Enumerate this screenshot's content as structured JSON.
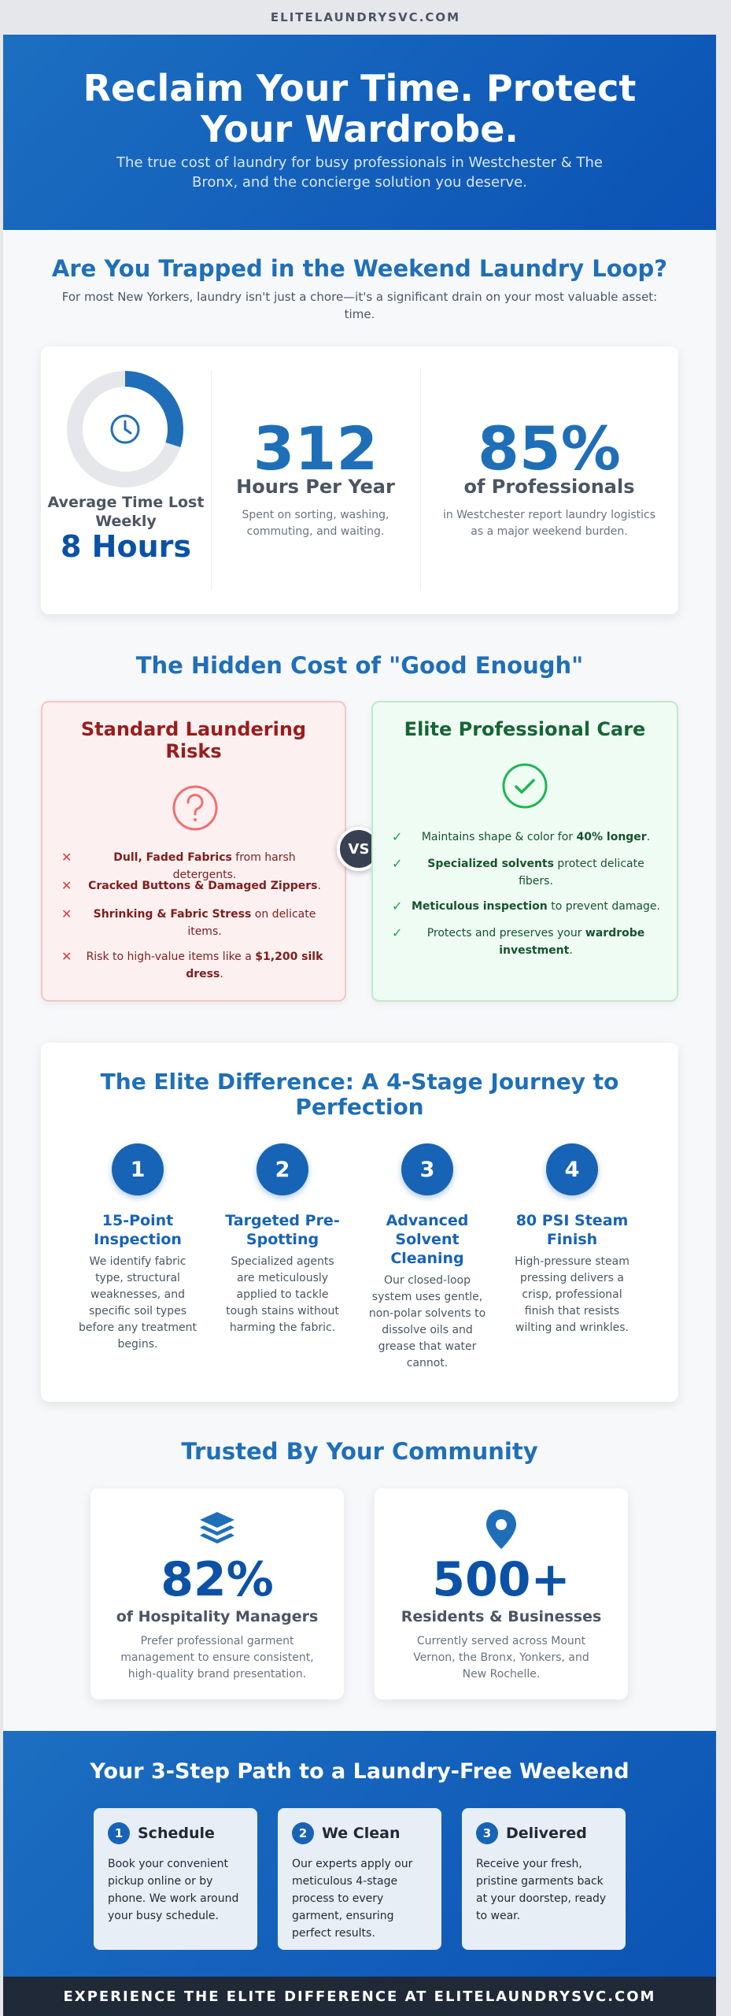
{
  "site_domain": "ELITELAUNDRYSVC.COM",
  "hero": {
    "title": "Reclaim Your Time. Protect Your Wardrobe.",
    "subtitle": "The true cost of laundry for busy professionals in Westchester & The Bronx, and the concierge solution you deserve."
  },
  "loop": {
    "title": "Are You Trapped in the Weekend Laundry Loop?",
    "subtitle": "For most New Yorkers, laundry isn't just a chore—it's a significant drain on your most valuable asset: time.",
    "avg": {
      "label": "Average Time Lost Weekly",
      "value": "8 Hours",
      "ring_fraction": 0.3
    },
    "hours": {
      "value": "312",
      "label": "Hours Per Year",
      "desc": "Spent on sorting, washing, commuting, and waiting."
    },
    "pros": {
      "value": "85%",
      "label": "of Professionals",
      "desc": "in Westchester report laundry logistics as a major weekend burden."
    }
  },
  "hidden": {
    "title": "The Hidden Cost of \"Good Enough\"",
    "vs": "VS",
    "risk": {
      "title": "Standard Laundering Risks",
      "items": [
        {
          "bold": "Dull, Faded Fabrics",
          "rest": " from harsh detergents."
        },
        {
          "bold": "Cracked Buttons & Damaged Zippers",
          "rest": "."
        },
        {
          "bold": "Shrinking & Fabric Stress",
          "rest": " on delicate items."
        },
        {
          "pre": "Risk to high-value items like a ",
          "bold": "$1,200 silk dress",
          "rest": "."
        }
      ]
    },
    "elite": {
      "title": "Elite Professional Care",
      "items": [
        {
          "pre": "Maintains shape & color for ",
          "bold": "40% longer",
          "rest": "."
        },
        {
          "bold": "Specialized solvents",
          "rest": " protect delicate fibers."
        },
        {
          "bold": "Meticulous inspection",
          "rest": " to prevent damage."
        },
        {
          "pre": "Protects and preserves your ",
          "bold": "wardrobe investment",
          "rest": "."
        }
      ]
    }
  },
  "journey": {
    "title": "The Elite Difference: A 4-Stage Journey to Perfection",
    "stages": [
      {
        "num": "1",
        "title": "15-Point Inspection",
        "desc": "We identify fabric type, structural weaknesses, and specific soil types before any treatment begins."
      },
      {
        "num": "2",
        "title": "Targeted Pre-Spotting",
        "desc": "Specialized agents are meticulously applied to tackle tough stains without harming the fabric."
      },
      {
        "num": "3",
        "title": "Advanced Solvent Cleaning",
        "desc": "Our closed-loop system uses gentle, non-polar solvents to dissolve oils and grease that water cannot."
      },
      {
        "num": "4",
        "title": "80 PSI Steam Finish",
        "desc": "High-pressure steam pressing delivers a crisp, professional finish that resists wilting and wrinkles."
      }
    ]
  },
  "community": {
    "title": "Trusted By Your Community",
    "cards": [
      {
        "icon": "layers-icon",
        "value": "82%",
        "label": "of Hospitality Managers",
        "desc": "Prefer professional garment management to ensure consistent, high-quality brand presentation."
      },
      {
        "icon": "map-pin-icon",
        "value": "500+",
        "label": "Residents & Businesses",
        "desc": "Currently served across Mount Vernon, the Bronx, Yonkers, and New Rochelle."
      }
    ]
  },
  "path": {
    "title": "Your 3-Step Path to a Laundry-Free Weekend",
    "steps": [
      {
        "num": "1",
        "title": "Schedule",
        "desc": "Book your convenient pickup online or by phone. We work around your busy schedule."
      },
      {
        "num": "2",
        "title": "We Clean",
        "desc": "Our experts apply our meticulous 4-stage process to every garment, ensuring perfect results."
      },
      {
        "num": "3",
        "title": "Delivered",
        "desc": "Receive your fresh, pristine garments back at your doorstep, ready to wear."
      }
    ]
  },
  "footer": {
    "text": "EXPERIENCE THE ELITE DIFFERENCE AT ELITELAUNDRYSVC.COM"
  },
  "colors": {
    "brand_blue": "#1f6fb8",
    "hero_blue": "#0b52b4",
    "risk_red": "#9b1c1c",
    "elite_green": "#166534",
    "footer_dark": "#1f2937"
  }
}
